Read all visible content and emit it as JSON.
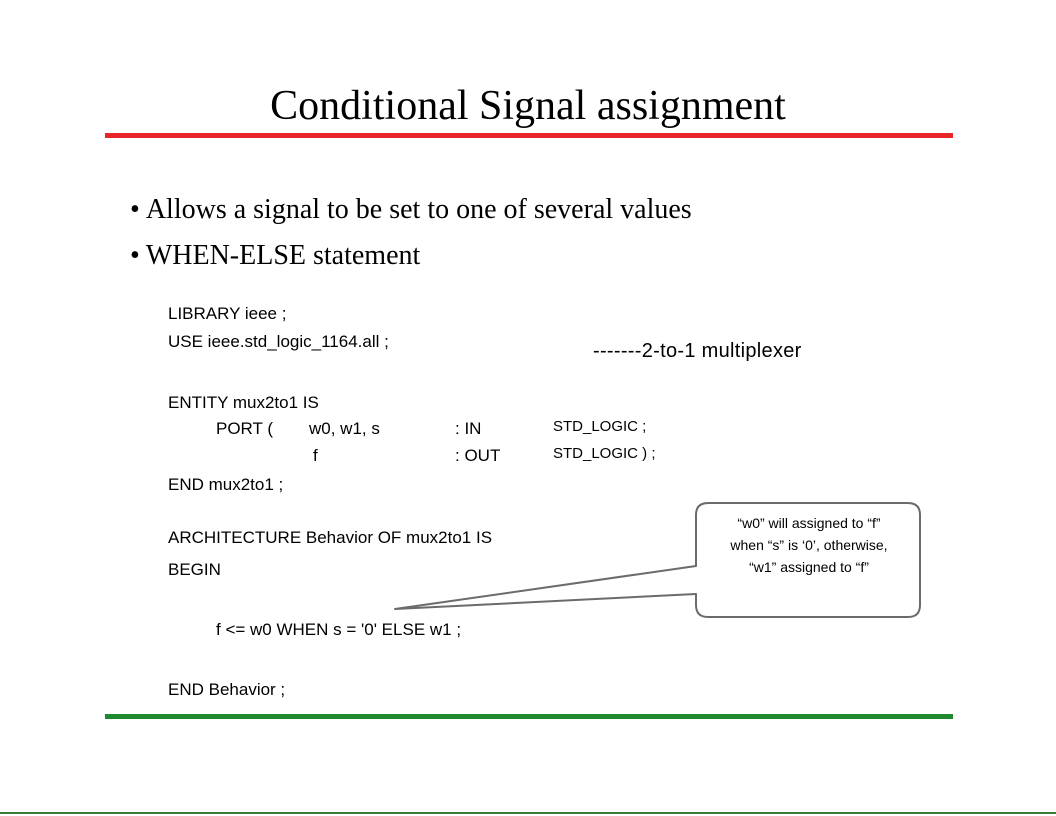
{
  "slide": {
    "title": "Conditional Signal assignment",
    "bullets": [
      "Allows a signal to be set to one of several values",
      "WHEN-ELSE statement"
    ],
    "bullet_glyph": "•",
    "code": {
      "library": "LIBRARY ieee ;",
      "use": "USE ieee.std_logic_1164.all ;",
      "entity": "ENTITY mux2to1 IS",
      "port_open": "PORT (",
      "port_in_signals": "w0, w1, s",
      "port_in_mode": ": IN",
      "port_in_type": "STD_LOGIC ;",
      "port_out_signal": "f",
      "port_out_mode": ": OUT",
      "port_out_type": "STD_LOGIC ) ;",
      "end_entity": "END mux2to1 ;",
      "architecture": "ARCHITECTURE Behavior OF mux2to1 IS",
      "begin": "BEGIN",
      "assignment": "f <= w0 WHEN s = '0' ELSE w1 ;",
      "end_architecture": "END Behavior ;"
    },
    "comment": "-------2-to-1 multiplexer",
    "callout": {
      "line1": "“w0” will assigned to “f”",
      "line2": "when “s” is ‘0’, otherwise,",
      "line3": "“w1” assigned to “f”"
    },
    "colors": {
      "red_rule": "#e8262a",
      "green_rule": "#1f8a2d",
      "bottom_line": "#3a7a3a",
      "callout_border": "#6b6b6b",
      "text": "#000000"
    }
  }
}
